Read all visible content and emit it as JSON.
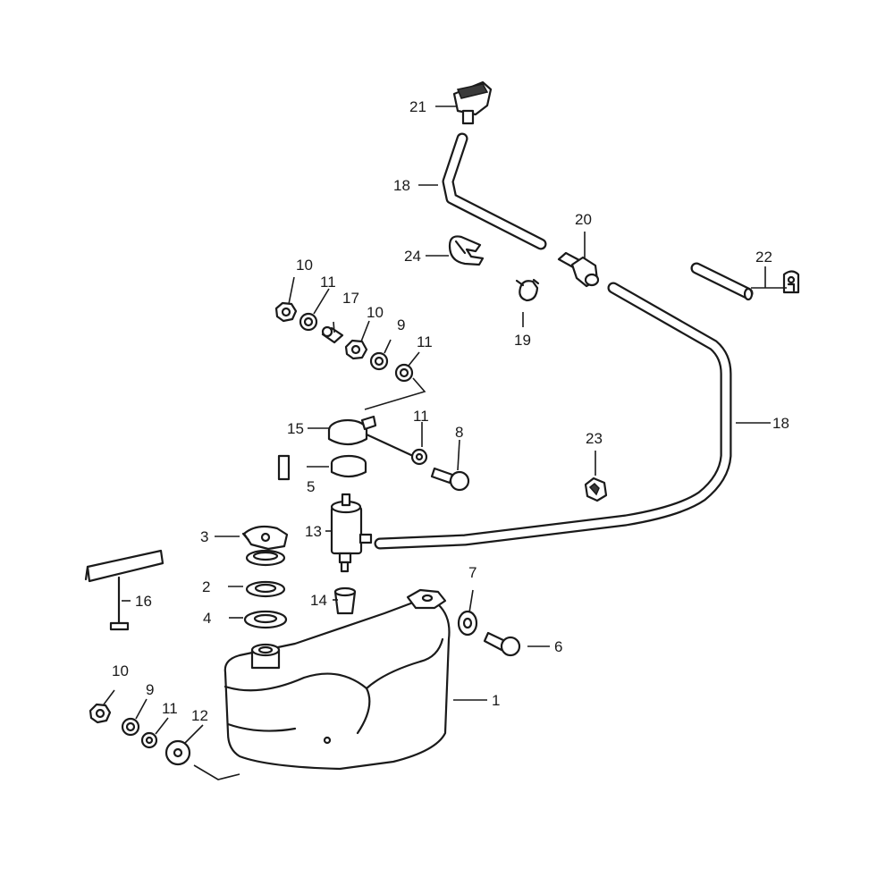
{
  "callouts": {
    "c1": "1",
    "c2": "2",
    "c3": "3",
    "c4": "4",
    "c5": "5",
    "c6": "6",
    "c7": "7",
    "c8": "8",
    "c9a": "9",
    "c9b": "9",
    "c10a": "10",
    "c10b": "10",
    "c10c": "10",
    "c11a": "11",
    "c11b": "11",
    "c11c": "11",
    "c11d": "11",
    "c12": "12",
    "c13": "13",
    "c14": "14",
    "c15": "15",
    "c16": "16",
    "c17": "17",
    "c18a": "18",
    "c18b": "18",
    "c19": "19",
    "c20": "20",
    "c21": "21",
    "c22": "22",
    "c23": "23",
    "c24": "24"
  }
}
